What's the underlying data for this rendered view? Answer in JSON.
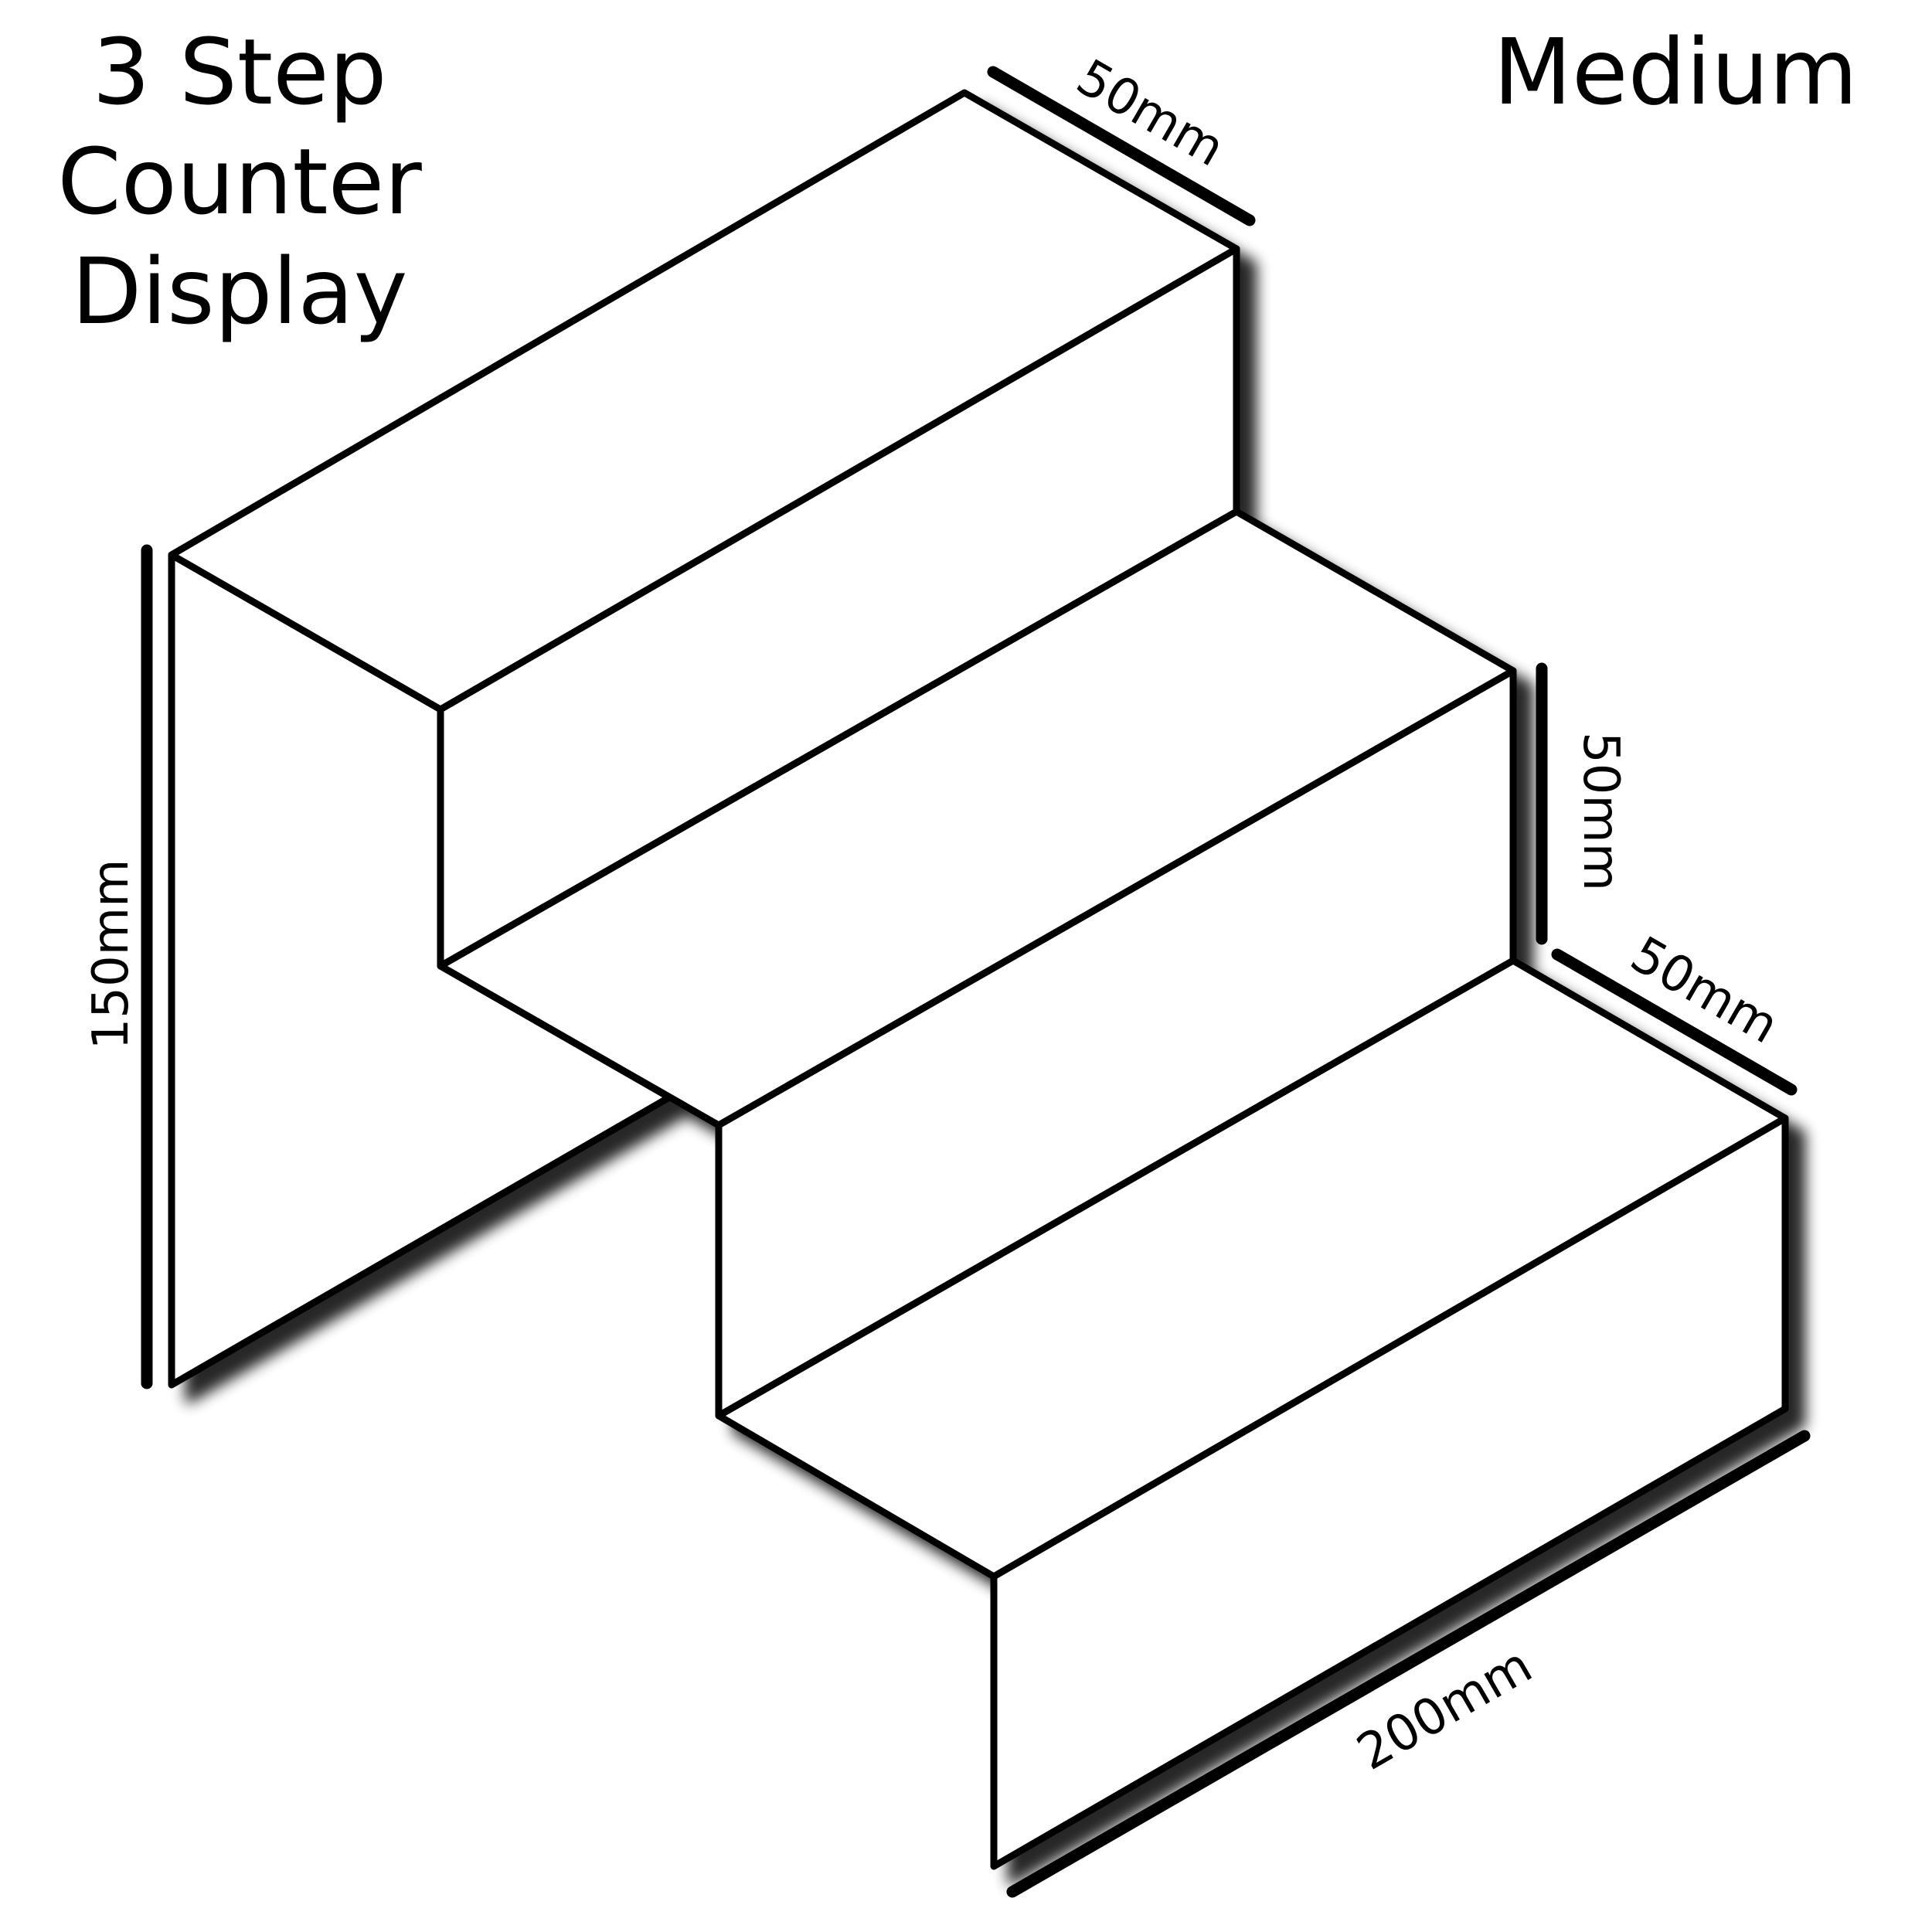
{
  "title": {
    "line1": "3 Step",
    "line2": "Counter",
    "line3": "Display"
  },
  "size_label": "Medium",
  "dimensions": {
    "top_depth": "50mm",
    "step_height": "50mm",
    "lower_depth": "50mm",
    "total_height": "150mm",
    "width": "200mm"
  },
  "colors": {
    "outline": "#000000",
    "face": "#ffffff",
    "shadow": "#000000"
  }
}
